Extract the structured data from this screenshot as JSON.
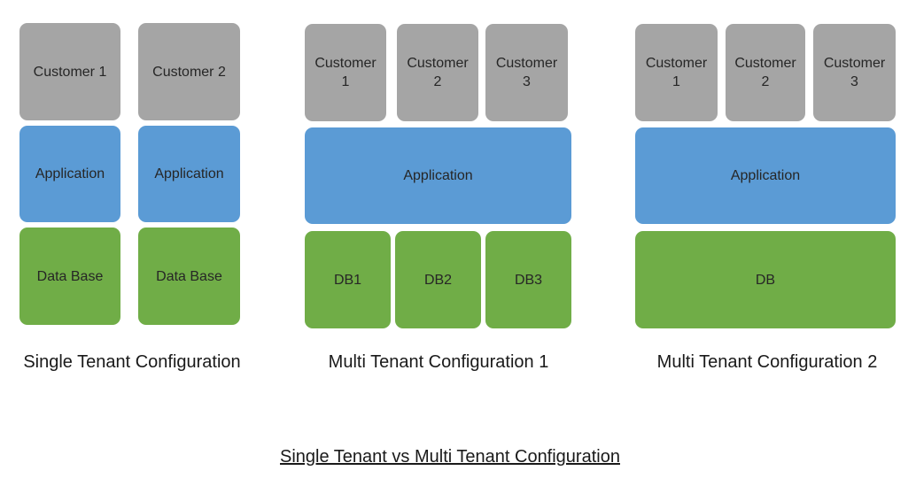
{
  "colors": {
    "customer": "#a5a5a5",
    "application": "#5b9bd5",
    "database": "#70ad47"
  },
  "single_tenant": {
    "customers": [
      "Customer 1",
      "Customer 2"
    ],
    "application": "Application",
    "database": "Data Base",
    "caption": "Single Tenant Configuration"
  },
  "multi_tenant_1": {
    "customers": [
      "Customer\n1",
      "Customer\n2",
      "Customer\n3"
    ],
    "application": "Application",
    "databases": [
      "DB1",
      "DB2",
      "DB3"
    ],
    "caption": "Multi Tenant Configuration 1"
  },
  "multi_tenant_2": {
    "customers": [
      "Customer\n1",
      "Customer\n2",
      "Customer\n3"
    ],
    "application": "Application",
    "database": "DB",
    "caption": "Multi Tenant Configuration 2"
  },
  "title": "Single Tenant vs Multi Tenant Configuration"
}
